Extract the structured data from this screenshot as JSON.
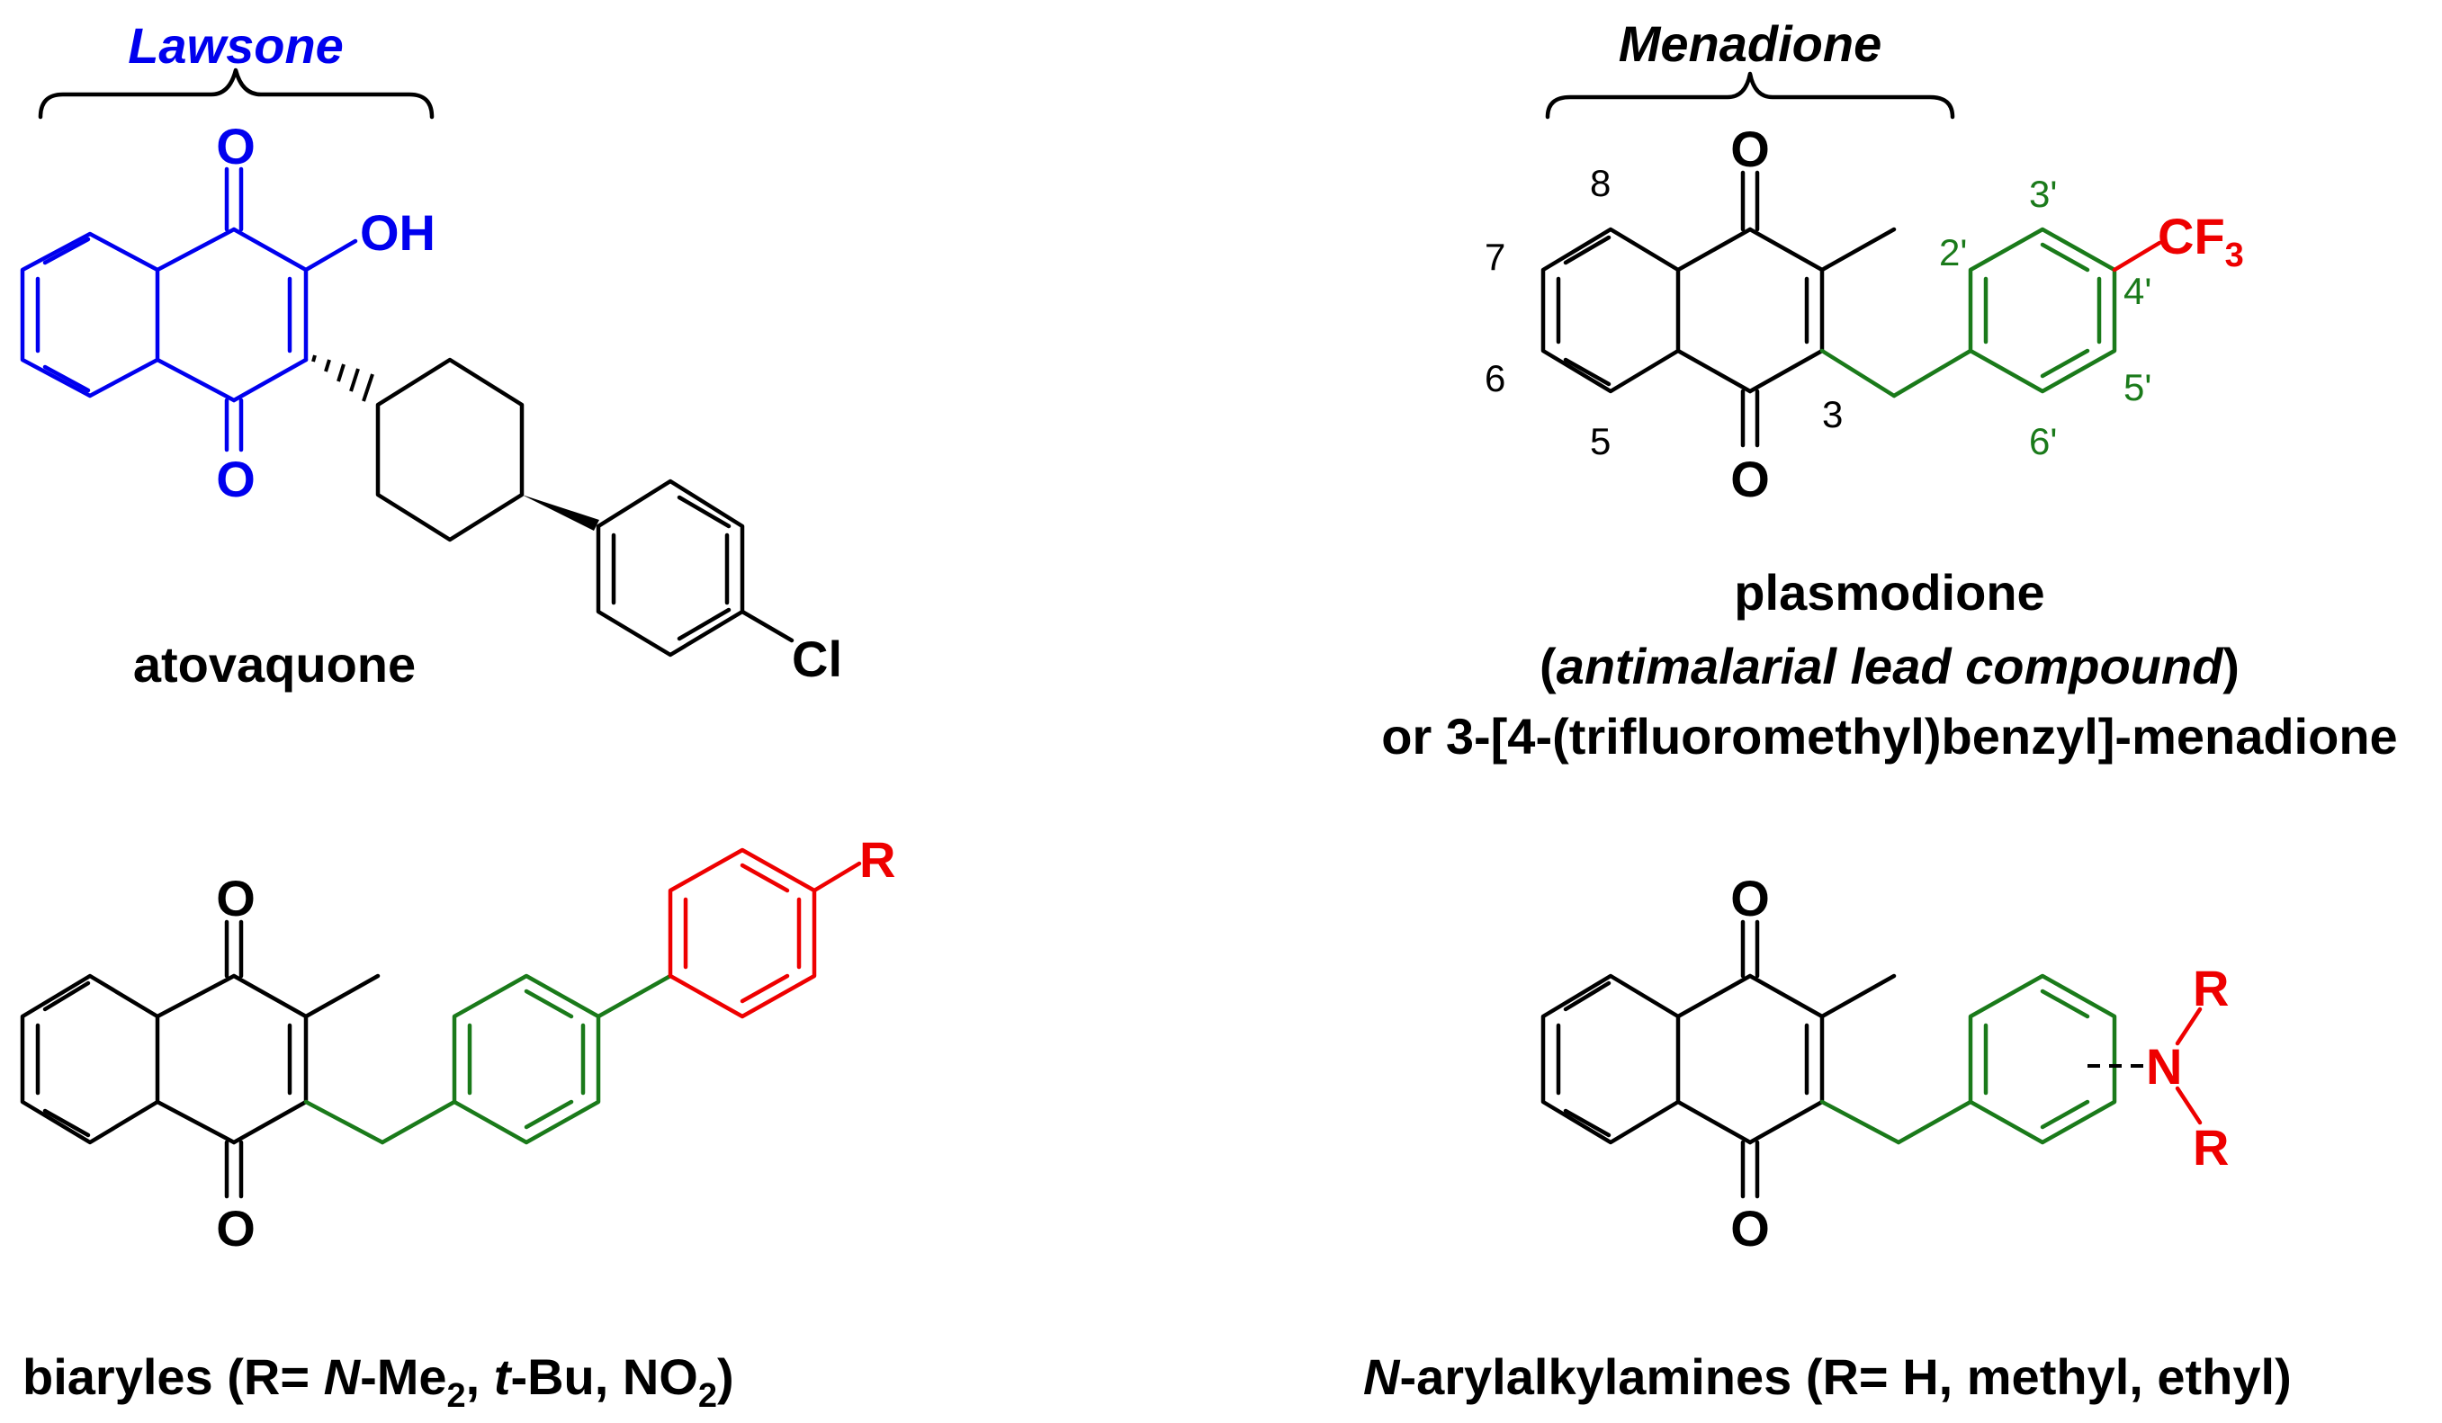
{
  "colors": {
    "black": "#000000",
    "lawsone_blue": "#0000ee",
    "green": "#1a7a1a",
    "red": "#ee0000"
  },
  "atovaquone": {
    "scaffold_label": "Lawsone",
    "name": "atovaquone",
    "atoms": {
      "o_top": "O",
      "o_bottom": "O",
      "oh": "OH",
      "cl": "Cl"
    }
  },
  "plasmodione": {
    "scaffold_label": "Menadione",
    "name": "plasmodione",
    "desc_open": "(",
    "desc_italic": "antimalarial lead compound",
    "desc_close": ")",
    "alt_name": "or 3-[4-(trifluoromethyl)benzyl]-menadione",
    "atoms": {
      "o_top": "O",
      "o_bottom": "O",
      "cf": "CF",
      "cf_sub": "3"
    },
    "numbering": {
      "n8": "8",
      "n7": "7",
      "n6": "6",
      "n5": "5",
      "n3": "3",
      "n2p": "2'",
      "n3p": "3'",
      "n4p": "4'",
      "n5p": "5'",
      "n6p": "6'"
    }
  },
  "biaryles": {
    "atoms": {
      "o_top": "O",
      "o_bottom": "O",
      "r": "R"
    },
    "caption": {
      "p1": "biaryles (R= ",
      "p2": "N",
      "p3": "-Me",
      "p4": "2",
      "p5": ", ",
      "p6": "t",
      "p7": "-Bu, NO",
      "p8": "2",
      "p9": ")"
    }
  },
  "arylalkylamines": {
    "atoms": {
      "o_top": "O",
      "o_bottom": "O",
      "n": "N",
      "r1": "R",
      "r2": "R"
    },
    "caption": {
      "p1": "N",
      "p2": "-arylalkylamines (R= H, methyl, ethyl)"
    }
  }
}
